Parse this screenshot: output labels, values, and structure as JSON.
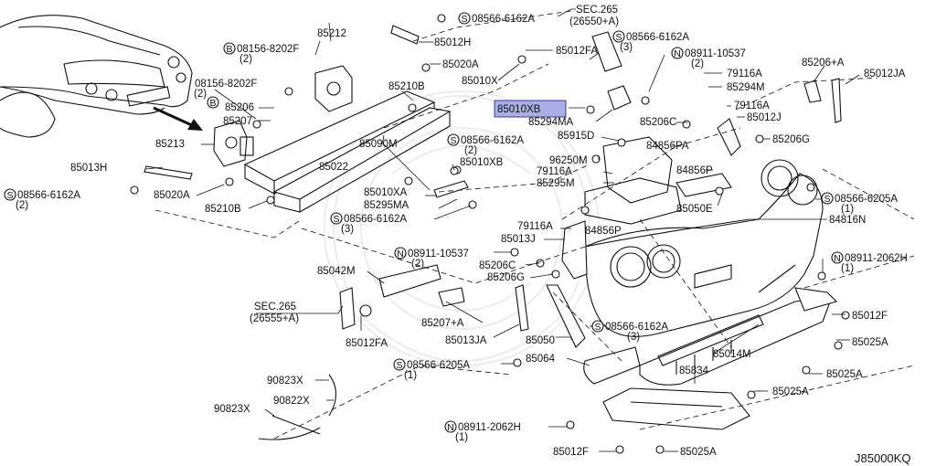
{
  "diagram": {
    "code": "J85000KQ",
    "highlighted": "85010XB",
    "labels": {
      "sec265_a": "SEC.265",
      "sec265_a_sub": "(26550+A)",
      "n08566_top": "08566-6162A",
      "n85012H": "85012H",
      "n85020A_top": "85020A",
      "n85012FA_top": "85012FA",
      "n08566_top2": "08566-6162A",
      "n08566_top2_qty": "(3)",
      "n08911_top": "08911-10537",
      "n08911_top_qty": "(2)",
      "n85206A": "85206+A",
      "n85012JA": "85012JA",
      "n85212": "85212",
      "n08156_a": "08156-8202F",
      "n08156_a_qty": "(2)",
      "n08156_b": "08156-8202F",
      "n08156_b_qty": "(2)",
      "n85210B_top": "85210B",
      "n85206": "85206",
      "n85207": "85207",
      "n85010X": "85010X",
      "n85010XB": "85010XB",
      "n85294MA": "85294MA",
      "n79116A_1": "79116A",
      "n85294M": "85294M",
      "n79116A_2": "79116A",
      "n85012J": "85012J",
      "n85206C_top": "85206C",
      "n85206G_top": "85206G",
      "n85213": "85213",
      "n85090M": "85090M",
      "n08566_mid": "08566-6162A",
      "n08566_mid_qty": "(2)",
      "n85915D": "85915D",
      "n84856PA": "84856PA",
      "n85010XB_2": "85010XB",
      "n96250M": "96250M",
      "n84856P_1": "84856P",
      "n85022": "85022",
      "n79116A_3": "79116A",
      "n85295M": "85295M",
      "n85013H": "85013H",
      "n08566_left": "08566-6162A",
      "n08566_left_qty": "(2)",
      "n85020A_left": "85020A",
      "n85210B_left": "85210B",
      "n85010XA": "85010XA",
      "n85295MA": "85295MA",
      "n08566_b2": "08566-6162A",
      "n08566_b2_qty": "(3)",
      "n85050E": "85050E",
      "n08566_6205": "08566-6205A",
      "n08566_6205_qty": "(1)",
      "n84816N": "84816N",
      "n79116A_4": "79116A",
      "n84856P_2": "84856P",
      "n85013J": "85013J",
      "n08911_mid": "08911-10537",
      "n08911_mid_qty": "(2)",
      "n85206C_mid": "85206C",
      "n85206G_mid": "85206G",
      "n08911_2062": "08911-2062H",
      "n08911_2062_qty": "(1)",
      "n85042M": "85042M",
      "sec265_b": "SEC.265",
      "sec265_b_sub": "(26555+A)",
      "n85207A": "85207+A",
      "n85013JA": "85013JA",
      "n85050": "85050",
      "n08566_bot": "08566-6162A",
      "n08566_bot_qty": "(3)",
      "n85012F_r": "85012F",
      "n85012FA_bot": "85012FA",
      "n85014M": "85014M",
      "n85025A_1": "85025A",
      "n85064": "85064",
      "n85834": "85834",
      "n85025A_2": "85025A",
      "n08566_6205_b": "08566-6205A",
      "n08566_6205_b_qty": "(1)",
      "n90823X_1": "90823X",
      "n85025A_3": "85025A",
      "n90823X_2": "90823X",
      "n90822X": "90822X",
      "n08911_2062_b": "08911-2062H",
      "n08911_2062_b_qty": "(1)",
      "n85012F_bot": "85012F",
      "n85025A_4": "85025A"
    },
    "prefix_B": "B",
    "prefix_S": "S",
    "prefix_N": "N"
  }
}
